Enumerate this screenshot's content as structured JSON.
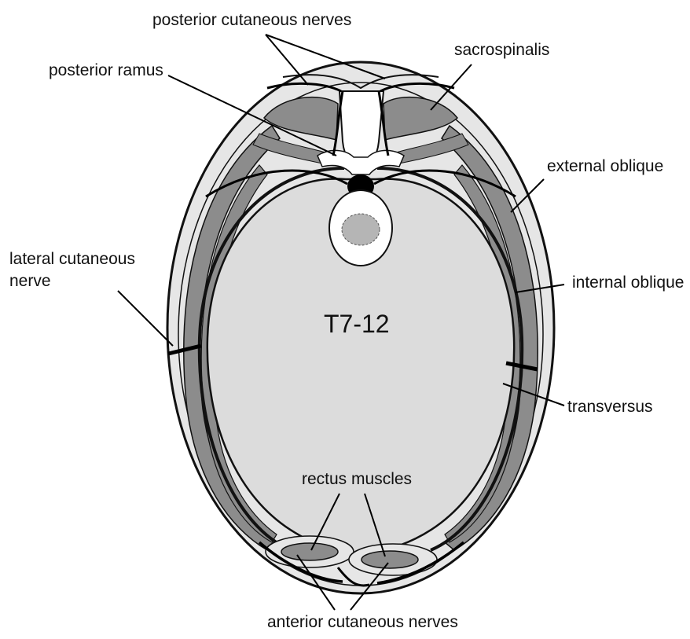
{
  "diagram": {
    "center_label": "T7-12",
    "labels": {
      "posterior_cutaneous_nerves": "posterior cutaneous nerves",
      "posterior_ramus": "posterior ramus",
      "sacrospinalis": "sacrospinalis",
      "external_oblique": "external oblique",
      "lateral_cutaneous_nerve_line1": "lateral cutaneous",
      "lateral_cutaneous_nerve_line2": "nerve",
      "internal_oblique": "internal oblique",
      "transversus": "transversus",
      "rectus_muscles": "rectus muscles",
      "anterior_cutaneous_nerves": "anterior cutaneous nerves"
    },
    "colors": {
      "outline": "#111111",
      "skin_fill": "#e6e6e6",
      "muscle_fill": "#8c8c8c",
      "cavity_fill": "#dcdcdc",
      "vertebra_fill": "#ffffff",
      "spinal_cord": "#000000"
    }
  }
}
